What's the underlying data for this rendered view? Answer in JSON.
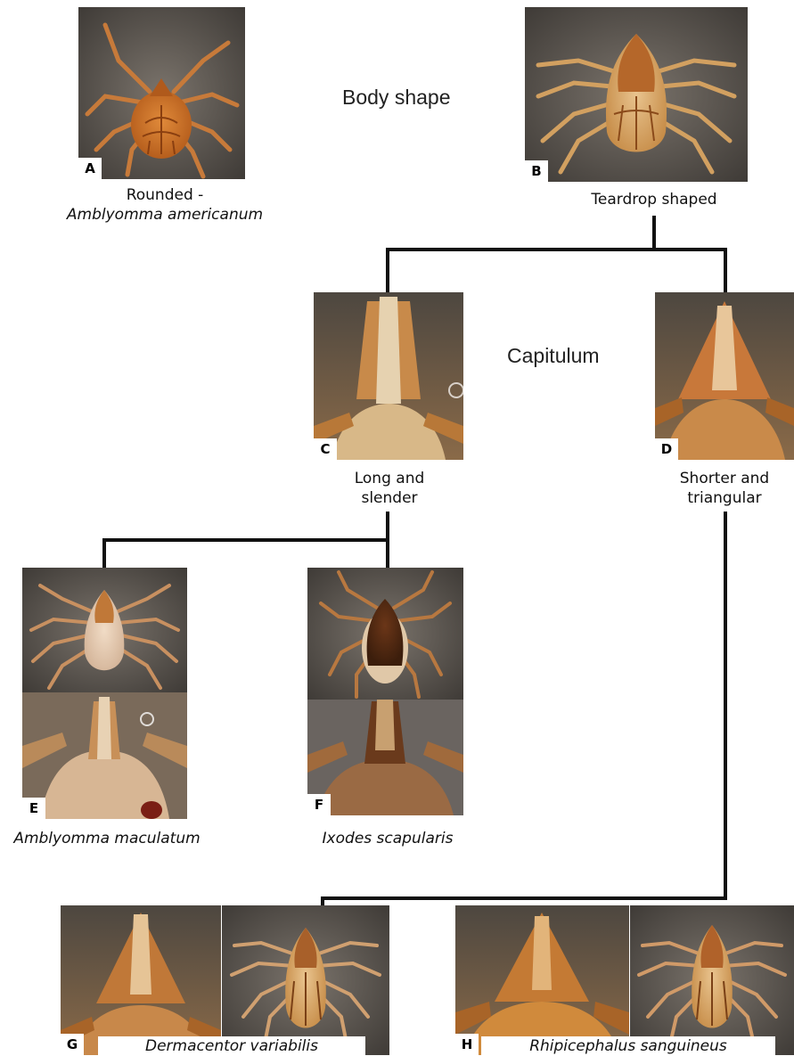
{
  "headings": {
    "body_shape": "Body shape",
    "capitulum": "Capitulum"
  },
  "panels": {
    "A": {
      "letter": "A",
      "caption_line1": "Rounded -",
      "caption_line2": "Amblyomma americanum"
    },
    "B": {
      "letter": "B",
      "caption": "Teardrop shaped"
    },
    "C": {
      "letter": "C",
      "caption_line1": "Long and",
      "caption_line2": "slender"
    },
    "D": {
      "letter": "D",
      "caption_line1": "Shorter and",
      "caption_line2": "triangular"
    },
    "E": {
      "letter": "E",
      "caption": "Amblyomma maculatum"
    },
    "F": {
      "letter": "F",
      "caption": "Ixodes scapularis"
    },
    "G": {
      "letter": "G",
      "caption": "Dermacentor variabilis"
    },
    "H": {
      "letter": "H",
      "caption": "Rhipicephalus sanguineus"
    }
  },
  "colors": {
    "tree_line": "#111111",
    "photo_background": "#5a5550",
    "tick_body": "#c8702a"
  }
}
